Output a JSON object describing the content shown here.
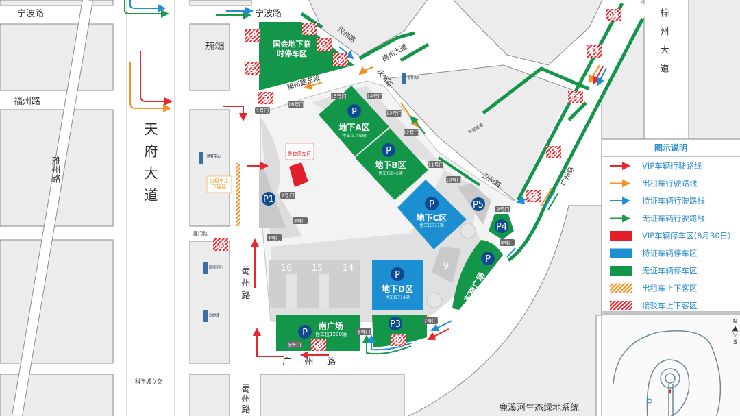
{
  "roads": {
    "ningbo_left": "宁波路",
    "ningbo_right": "宁波路",
    "fuzhou": "福州路",
    "yazhou": "雅州路",
    "tianfu_avenue": "天府大道",
    "tianfu_park": "天府公园",
    "fuzhou_east": "福州路东段",
    "hanzhou_north": "汉州路",
    "hanzhou_south": "汉州路",
    "dezhou_avenue": "德州大道",
    "xiamen": "厦门路",
    "shuzhou_mid": "蜀州路",
    "shuzhou_south": "蜀州路",
    "guangzhou_south": "广  州  路",
    "guangzhou_east": "广州路",
    "zizhou_avenue": "梓州大道",
    "kexuecheng": "科学城立交",
    "underpass": "下穿隧道",
    "green_system": "鹿溪河生态绿地系统"
  },
  "buildings": {
    "metro_center": "地铁中心",
    "intl_business_center": "国际商务中心",
    "customs_building": "海关大楼",
    "holiday_inn": "假日酒店",
    "taxi_area": "出租车上下客区",
    "vip_parking_label": "贵宾停车区",
    "halls": [
      "16",
      "15",
      "14",
      "9"
    ]
  },
  "parking": {
    "guohui": {
      "title": "国会地下临时停车区"
    },
    "a": {
      "title": "地下A区",
      "capacity": "停车位701辆"
    },
    "b": {
      "title": "地下B区",
      "capacity": "停车位845辆"
    },
    "c": {
      "title": "地下C区",
      "capacity": "停车位717辆"
    },
    "d": {
      "title": "地下D区",
      "capacity": "停车位714辆"
    },
    "south_plaza": {
      "title": "南广场",
      "capacity": "停车位1200辆"
    },
    "southeast_plaza": {
      "title": "东南广场"
    },
    "p_labels": [
      "P",
      "P1",
      "P3",
      "P4",
      "P5"
    ]
  },
  "dropoff_zones": [
    "1",
    "2",
    "3",
    "4",
    "5",
    "6",
    "7",
    "8",
    "9",
    "10",
    "11",
    "12",
    "13",
    "14"
  ],
  "gates": [
    "1号门",
    "2号门",
    "3号门",
    "4号门",
    "5号门",
    "6号门",
    "7号门",
    "8号门",
    "9号门",
    "10号门",
    "11号门",
    "12号门",
    "13号门",
    "14号门",
    "15号门",
    "16号门"
  ],
  "legend": {
    "title": "图示说明",
    "items": [
      {
        "label": "VIP车辆行驶路线",
        "type": "arrow",
        "color": "#e8262d"
      },
      {
        "label": "出租车行驶路线",
        "type": "arrow",
        "color": "#f39322"
      },
      {
        "label": "持证车辆行驶路线",
        "type": "arrow",
        "color": "#1f8fd6"
      },
      {
        "label": "无证车辆行驶路线",
        "type": "arrow",
        "color": "#1a9a4a"
      },
      {
        "label": "VIP车辆停车区(8月30日)",
        "type": "swatch",
        "color": "#e3202a"
      },
      {
        "label": "持证车辆停车区",
        "type": "swatch",
        "color": "#1c8fd3"
      },
      {
        "label": "无证车辆停车区",
        "type": "swatch",
        "color": "#14964a"
      },
      {
        "label": "出租车上下客区",
        "type": "hatch",
        "color": "#f39322"
      },
      {
        "label": "接驳车上下客区",
        "type": "hatch",
        "color": "#e8262d"
      }
    ]
  },
  "inset": {
    "north": "N",
    "south": "S"
  },
  "colors": {
    "green": "#14964a",
    "blue": "#1c8fd3",
    "red": "#e3202a",
    "orange": "#f39322",
    "navy": "#0d4a8f"
  }
}
